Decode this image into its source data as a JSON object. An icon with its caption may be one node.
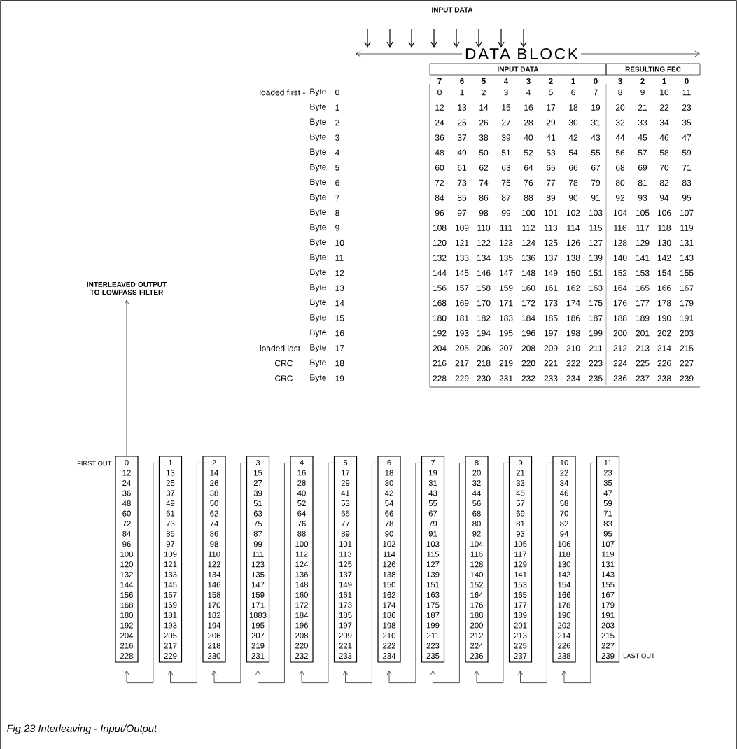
{
  "diagram": {
    "caption": "Fig.23 Interleaving - Input/Output",
    "nodes": [
      {
        "text": [
          "INTERLEAVED OUTPUT TO LOWPASS FILTER"
        ]
      },
      {
        "text": [
          "0",
          "12",
          "24",
          "36",
          "48",
          "60",
          "72",
          "84",
          "96",
          "108",
          "120",
          "132",
          "144",
          "156",
          "168",
          "180",
          "192",
          "204",
          "216",
          "228"
        ],
        "beside": [
          "FIRST OUT"
        ]
      },
      {
        "text": [
          "1",
          "13",
          "25",
          "37",
          "49",
          "61",
          "73",
          "85",
          "97",
          "109",
          "121",
          "133",
          "145",
          "157",
          "169",
          "181",
          "193",
          "205",
          "217",
          "229"
        ]
      },
      {
        "text": [
          "2",
          "14",
          "26",
          "38",
          "50",
          "62",
          "74",
          "86",
          "98",
          "110",
          "122",
          "134",
          "146",
          "158",
          "170",
          "182",
          "194",
          "206",
          "218",
          "230"
        ]
      },
      {
        "text": [
          "3",
          "15",
          "27",
          "39",
          "51",
          "63",
          "75",
          "87",
          "99",
          "111",
          "123",
          "135",
          "147",
          "159",
          "171",
          "1883",
          "195",
          "207",
          "219",
          "231"
        ]
      },
      {
        "text": [
          "4",
          "16",
          "28",
          "40",
          "52",
          "64",
          "76",
          "88",
          "100",
          "112",
          "124",
          "136",
          "148",
          "160",
          "172",
          "184",
          "196",
          "208",
          "220",
          "232"
        ]
      },
      {
        "text": [
          "5",
          "17",
          "29",
          "41",
          "53",
          "65",
          "77",
          "89",
          "101",
          "113",
          "125",
          "137",
          "149",
          "161",
          "173",
          "185",
          "197",
          "209",
          "221",
          "233"
        ]
      },
      {
        "text": [
          "6",
          "18",
          "30",
          "42",
          "54",
          "66",
          "78",
          "90",
          "102",
          "114",
          "126",
          "138",
          "150",
          "162",
          "174",
          "186",
          "198",
          "210",
          "222",
          "234"
        ]
      },
      {
        "text": [
          "7",
          "19",
          "31",
          "43",
          "55",
          "67",
          "79",
          "91",
          "103",
          "115",
          "127",
          "139",
          "151",
          "163",
          "175",
          "187",
          "199",
          "211",
          "223",
          "235"
        ]
      },
      {
        "text": [
          "8",
          "20",
          "32",
          "44",
          "56",
          "68",
          "80",
          "92",
          "104",
          "116",
          "128",
          "140",
          "152",
          "164",
          "176",
          "188",
          "200",
          "212",
          "224",
          "236"
        ]
      },
      {
        "text": [
          "9",
          "21",
          "33",
          "45",
          "57",
          "69",
          "81",
          "93",
          "105",
          "117",
          "129",
          "141",
          "153",
          "165",
          "177",
          "189",
          "201",
          "213",
          "225",
          "237"
        ]
      },
      {
        "text": [
          "10",
          "22",
          "34",
          "46",
          "58",
          "70",
          "82",
          "94",
          "106",
          "118",
          "130",
          "142",
          "154",
          "166",
          "178",
          "190",
          "202",
          "214",
          "226",
          "238"
        ]
      },
      {
        "text": [
          "11",
          "23",
          "35",
          "47",
          "59",
          "71",
          "83",
          "95",
          "107",
          "119",
          "131",
          "143",
          "155",
          "167",
          "179",
          "191",
          "203",
          "215",
          "227",
          "239"
        ],
        "beside": [
          "LAST OUT"
        ]
      }
    ],
    "edges": [
      {
        "from": 1,
        "to": 0,
        "arrow": "to"
      },
      {
        "from": 2,
        "to": 1,
        "arrow": "to"
      },
      {
        "from": 3,
        "to": 2,
        "arrow": "to"
      },
      {
        "from": 4,
        "to": 3,
        "arrow": "to"
      },
      {
        "from": 5,
        "to": 4,
        "arrow": "to"
      },
      {
        "from": 6,
        "to": 5,
        "arrow": "to"
      },
      {
        "from": 7,
        "to": 6,
        "arrow": "to"
      },
      {
        "from": 8,
        "to": 7,
        "arrow": "to"
      },
      {
        "from": 9,
        "to": 8,
        "arrow": "to"
      },
      {
        "from": 10,
        "to": 9,
        "arrow": "to"
      },
      {
        "from": 11,
        "to": 10,
        "arrow": "to"
      },
      {
        "from": 12,
        "to": 11,
        "arrow": "to"
      }
    ],
    "labels": [
      "INPUT DATA",
      "DATA BLOCK",
      "INPUT DATA",
      "RESULTING FEC",
      "7",
      "6",
      "5",
      "4",
      "3",
      "2",
      "1",
      "0",
      "3",
      "2",
      "1",
      "0",
      "loaded first -",
      "Byte",
      "0",
      "0",
      "1",
      "2",
      "3",
      "4",
      "5",
      "6",
      "7",
      "8",
      "9",
      "10",
      "11",
      "Byte",
      "1",
      "12",
      "13",
      "14",
      "15",
      "16",
      "17",
      "18",
      "19",
      "20",
      "21",
      "22",
      "23",
      "Byte",
      "2",
      "24",
      "25",
      "26",
      "27",
      "28",
      "29",
      "30",
      "31",
      "32",
      "33",
      "34",
      "35",
      "Byte",
      "3",
      "36",
      "37",
      "38",
      "39",
      "40",
      "41",
      "42",
      "43",
      "44",
      "45",
      "46",
      "47",
      "Byte",
      "4",
      "48",
      "49",
      "50",
      "51",
      "52",
      "53",
      "54",
      "55",
      "56",
      "57",
      "58",
      "59",
      "Byte",
      "5",
      "60",
      "61",
      "62",
      "63",
      "64",
      "65",
      "66",
      "67",
      "68",
      "69",
      "70",
      "71",
      "Byte",
      "6",
      "72",
      "73",
      "74",
      "75",
      "76",
      "77",
      "78",
      "79",
      "80",
      "81",
      "82",
      "83",
      "Byte",
      "7",
      "84",
      "85",
      "86",
      "87",
      "88",
      "89",
      "90",
      "91",
      "92",
      "93",
      "94",
      "95",
      "Byte",
      "8",
      "96",
      "97",
      "98",
      "99",
      "100",
      "101",
      "102",
      "103",
      "104",
      "105",
      "106",
      "107",
      "Byte",
      "9",
      "108",
      "109",
      "110",
      "111",
      "112",
      "113",
      "114",
      "115",
      "116",
      "117",
      "118",
      "119",
      "Byte",
      "10",
      "120",
      "121",
      "122",
      "123",
      "124",
      "125",
      "126",
      "127",
      "128",
      "129",
      "130",
      "131",
      "Byte",
      "11",
      "132",
      "133",
      "134",
      "135",
      "136",
      "137",
      "138",
      "139",
      "140",
      "141",
      "142",
      "143",
      "Byte",
      "12",
      "144",
      "145",
      "146",
      "147",
      "148",
      "149",
      "150",
      "151",
      "152",
      "153",
      "154",
      "155",
      "Byte",
      "13",
      "156",
      "157",
      "158",
      "159",
      "160",
      "161",
      "162",
      "163",
      "164",
      "165",
      "166",
      "167",
      "Byte",
      "14",
      "168",
      "169",
      "170",
      "171",
      "172",
      "173",
      "174",
      "175",
      "176",
      "177",
      "178",
      "179",
      "Byte",
      "15",
      "180",
      "181",
      "182",
      "183",
      "184",
      "185",
      "186",
      "187",
      "188",
      "189",
      "190",
      "191",
      "Byte",
      "16",
      "192",
      "193",
      "194",
      "195",
      "196",
      "197",
      "198",
      "199",
      "200",
      "201",
      "202",
      "203",
      "loaded last -",
      "Byte",
      "17",
      "204",
      "205",
      "206",
      "207",
      "208",
      "209",
      "210",
      "211",
      "212",
      "213",
      "214",
      "215",
      "CRC",
      "Byte",
      "18",
      "216",
      "217",
      "218",
      "219",
      "220",
      "221",
      "222",
      "223",
      "224",
      "225",
      "226",
      "227",
      "CRC",
      "Byte",
      "19",
      "228",
      "229",
      "230",
      "231",
      "232",
      "233",
      "234",
      "235",
      "236",
      "237",
      "238",
      "239"
    ]
  }
}
